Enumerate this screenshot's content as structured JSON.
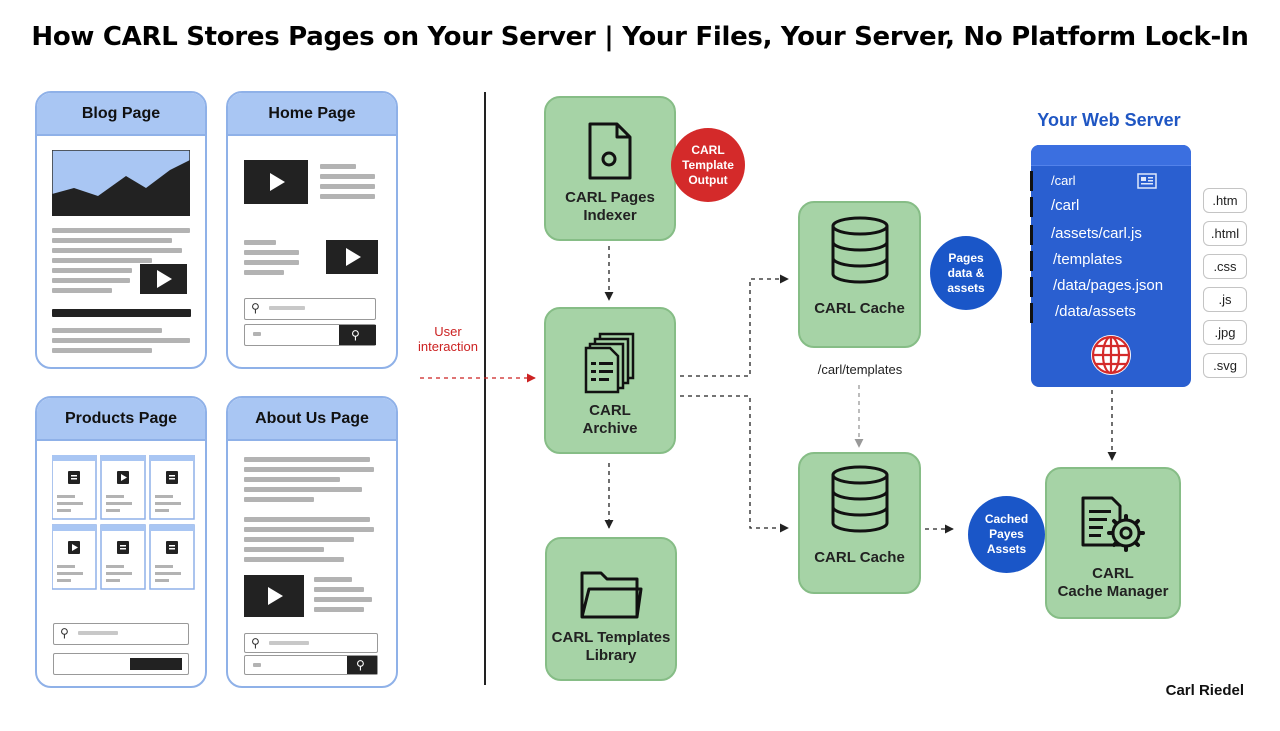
{
  "title": "How CARL Stores Pages on Your Server | Your Files, Your Server, No Platform Lock-In",
  "pages": {
    "blog": "Blog Page",
    "home": "Home Page",
    "products": "Products Page",
    "about": "About Us Page"
  },
  "user_interaction": "User\ninteraction",
  "nodes": {
    "indexer": "CARL Pages\nIndexer",
    "archive": "CARL\nArchive",
    "templates_library": "CARL Templates\nLibrary",
    "cache_top": "CARL Cache",
    "cache_bottom": "CARL Cache",
    "cache_manager": "CARL\nCache Manager"
  },
  "badges": {
    "template_output": "CARL\nTemplate\nOutput",
    "pages_data_assets": "Pages\ndata &\nassets",
    "cached_assets": "Cached\nPayes\nAssets"
  },
  "templates_path": "/carl/templates",
  "server": {
    "title": "Your Web Server",
    "paths": [
      "/carl",
      "/carl",
      "/assets/carl.js",
      "/templates",
      "/data/pages.json",
      "/data/assets"
    ]
  },
  "extensions": [
    ".htm",
    ".html",
    ".css",
    ".js",
    ".jpg",
    ".svg"
  ],
  "author": "Carl Riedel",
  "colors": {
    "node_fill": "#a6d3a6",
    "card_header": "#a9c6f3",
    "badge_red": "#d42a2a",
    "badge_blue": "#1a56c8",
    "server_blue": "#2a5fd0"
  }
}
